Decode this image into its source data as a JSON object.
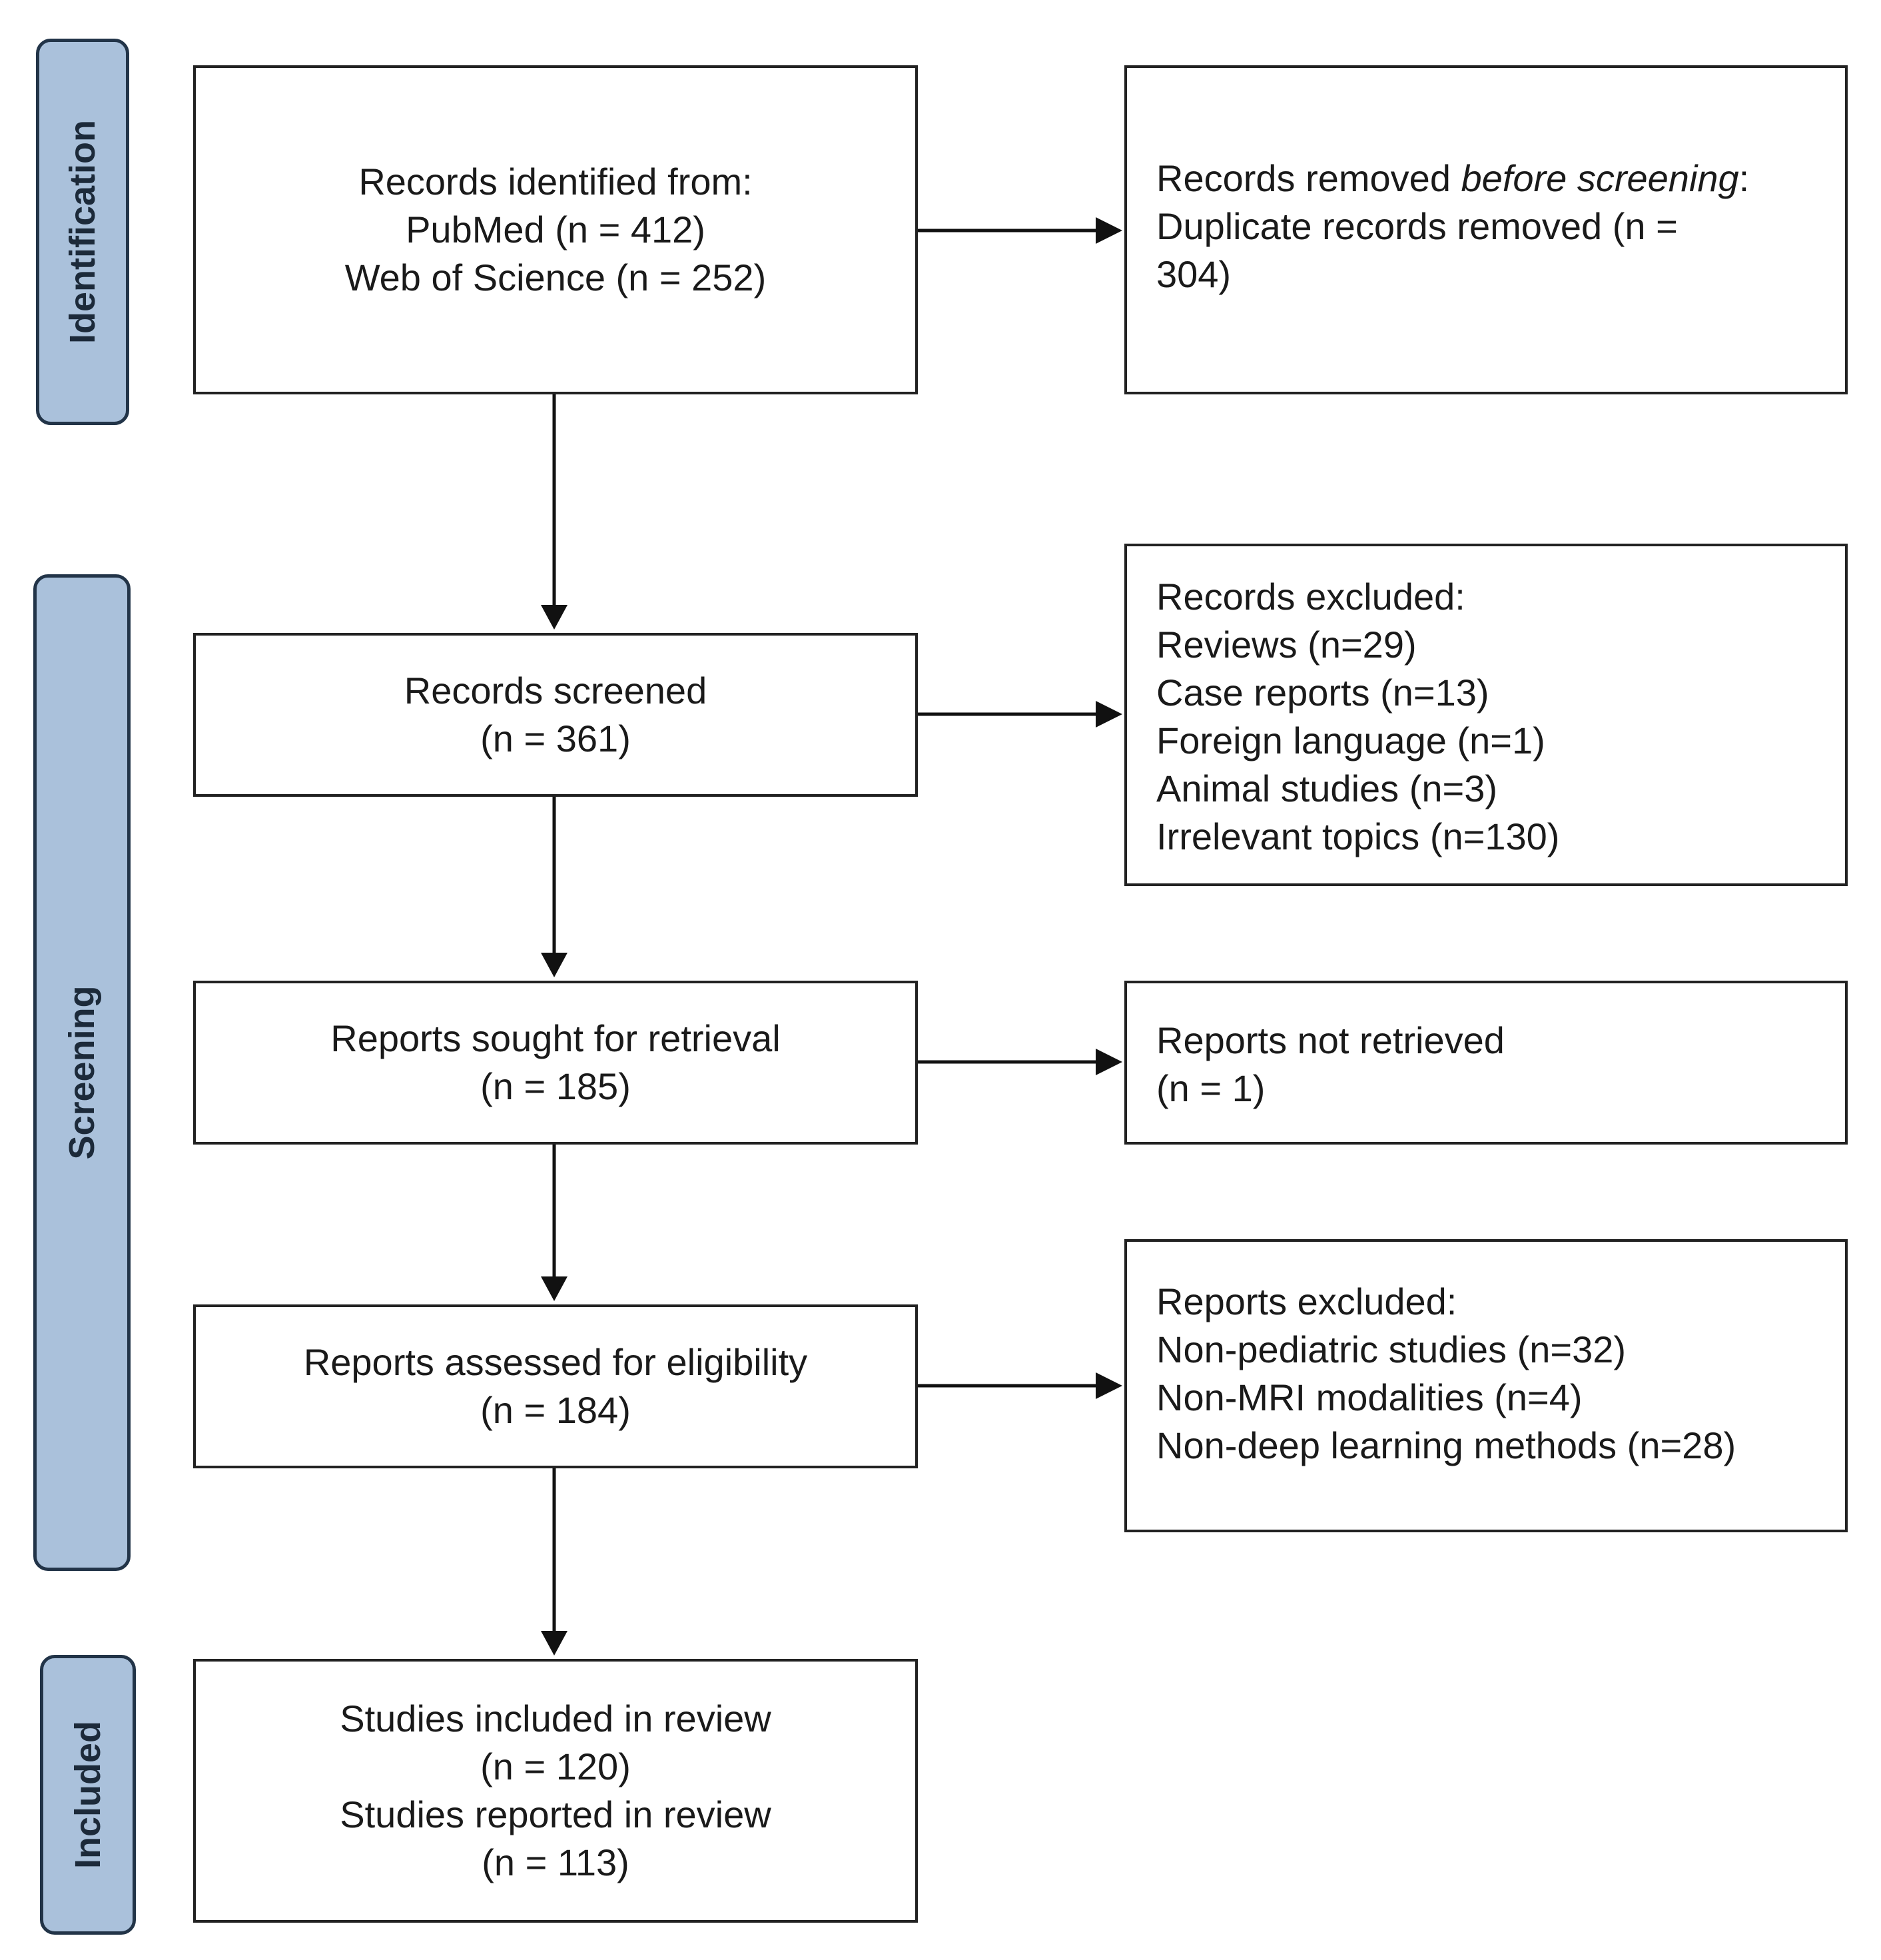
{
  "phases": {
    "identification": "Identification",
    "screening": "Screening",
    "included": "Included"
  },
  "identified": {
    "line1": "Records identified from:",
    "line2": "PubMed (n = 412)",
    "line3": "Web of Science (n = 252)"
  },
  "removed_before": {
    "prefix": "Records removed ",
    "italic": "before screening",
    "suffix": ":",
    "line2": "Duplicate records removed  (n =",
    "line3": "304)"
  },
  "screened": {
    "line1": "Records screened",
    "line2": "(n = 361)"
  },
  "records_excluded": {
    "title": "Records excluded:",
    "items": [
      "Reviews (n=29)",
      "Case reports (n=13)",
      "Foreign language (n=1)",
      "Animal studies (n=3)",
      "Irrelevant topics (n=130)"
    ]
  },
  "sought": {
    "line1": "Reports sought for retrieval",
    "line2": "(n = 185)"
  },
  "not_retrieved": {
    "line1": "Reports not retrieved",
    "line2": "(n = 1)"
  },
  "assessed": {
    "line1": "Reports assessed for eligibility",
    "line2": "(n = 184)"
  },
  "reports_excluded": {
    "title": "Reports excluded:",
    "items": [
      "Non-pediatric studies (n=32)",
      "Non-MRI modalities (n=4)",
      "Non-deep learning methods (n=28)"
    ]
  },
  "included": {
    "line1": "Studies included in review",
    "line2": "(n = 120)",
    "line3": "Studies reported in review",
    "line4": "(n = 113)"
  }
}
